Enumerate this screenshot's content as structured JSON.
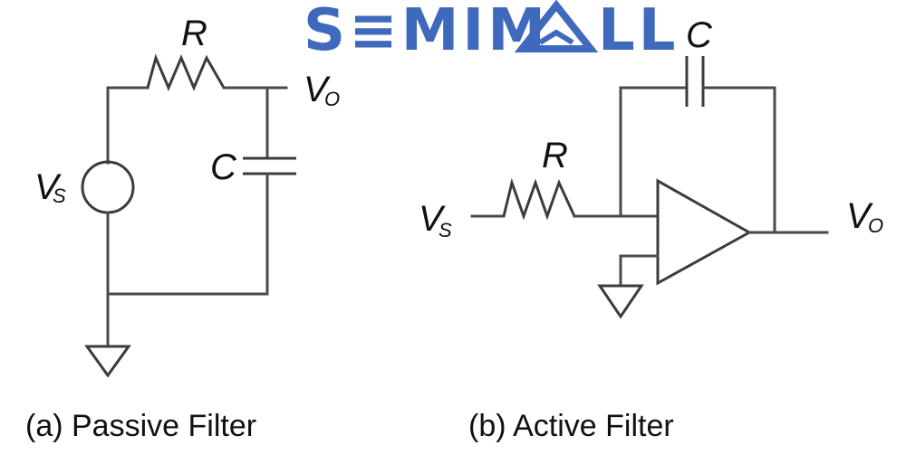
{
  "watermark": {
    "text_left": "S≡MIM",
    "text_right": "LL",
    "color": "#3f69bd"
  },
  "passive": {
    "resistor_label": "R",
    "capacitor_label": "C",
    "source_label_main": "V",
    "source_label_sub": "S",
    "output_label_main": "V",
    "output_label_sub": "O",
    "caption": "(a)  Passive Filter"
  },
  "active": {
    "resistor_label": "R",
    "capacitor_label": "C",
    "input_label_main": "V",
    "input_label_sub": "S",
    "output_label_main": "V",
    "output_label_sub": "O",
    "caption": "(b)  Active Filter"
  },
  "colors": {
    "wire": "#4a4a4a",
    "text": "#111111",
    "brand": "#3f69bd"
  }
}
